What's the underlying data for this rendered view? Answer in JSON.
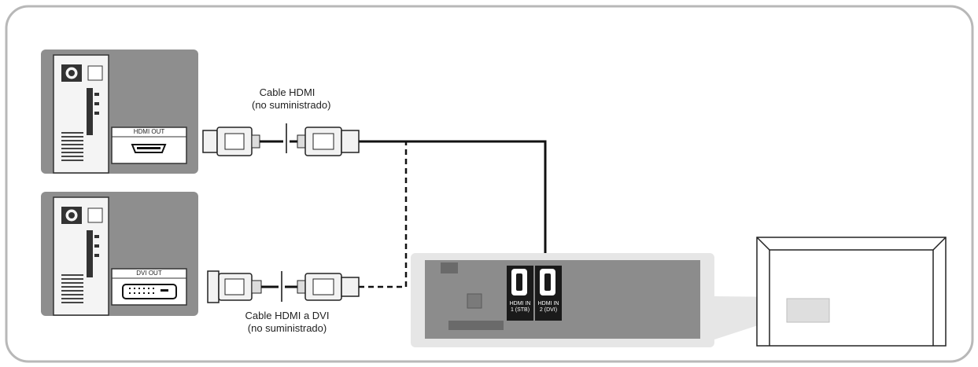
{
  "cables": {
    "hdmi": {
      "name": "Cable HDMI",
      "note": "(no suministrado)"
    },
    "hdmi_dvi": {
      "name": "Cable HDMI a DVI",
      "note": "(no suministrado)"
    }
  },
  "pc_ports": {
    "top": "HDMI OUT",
    "bottom": "DVI OUT"
  },
  "tv_ports": {
    "hdmi1_line1": "HDMI IN",
    "hdmi1_line2": "1 (STB)",
    "hdmi2_line1": "HDMI IN",
    "hdmi2_line2": "2 (DVI)"
  },
  "colors": {
    "panel": "#8c8c8c",
    "panel_light": "#c8c8c8",
    "line": "#111111",
    "frame": "#b5b5b5"
  }
}
